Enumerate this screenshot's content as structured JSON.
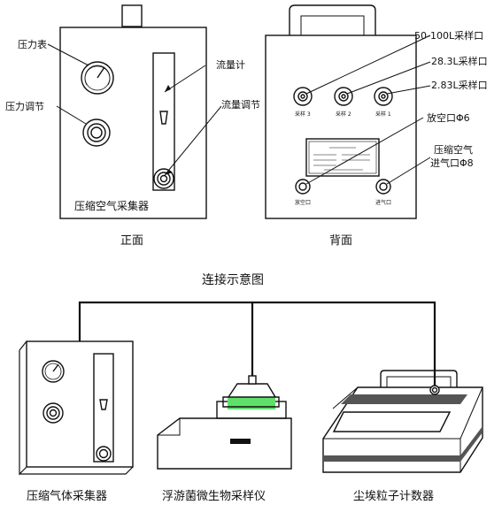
{
  "front": {
    "pressure_gauge": "压力表",
    "pressure_adjust": "压力调节",
    "flowmeter": "流量计",
    "flow_adjust": "流量调节",
    "device_name": "压缩空气采集器",
    "caption": "正面"
  },
  "back": {
    "port_large": "50-100L采样口",
    "port_mid": "28.3L采样口",
    "port_small": "2.83L采样口",
    "vent": "放空口Φ6",
    "inlet_line1": "压缩空气",
    "inlet_line2": "进气口Φ8",
    "sample3": "采样 3",
    "sample2": "采样 2",
    "sample1": "采样 1",
    "vent_small": "放空口",
    "inlet_small": "进气口",
    "caption": "背面"
  },
  "connection": {
    "title": "连接示意图",
    "device_left": "压缩气体采集器",
    "device_mid": "浮游菌微生物采样仪",
    "device_right": "尘埃粒子计数器"
  },
  "colors": {
    "stroke": "#111111",
    "glow": "#5fe06a"
  }
}
